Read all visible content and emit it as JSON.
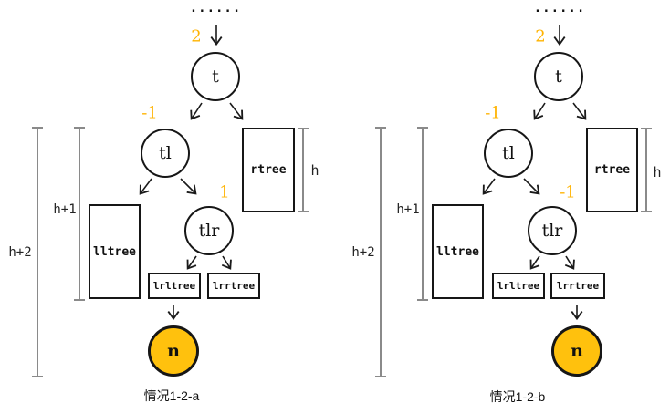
{
  "colors": {
    "accent": "#FFB300",
    "node_fill": "#FFC10D",
    "measure_line": "#8a8a8a",
    "edge": "#1a1a1a"
  },
  "diagrams": [
    {
      "ellipsis": "......",
      "balance": {
        "root": "2",
        "left_child": "-1",
        "grandchild": "1"
      },
      "nodes": {
        "root": "t",
        "left": "tl",
        "left_right": "tlr",
        "inserted": "n"
      },
      "subtrees": {
        "right": "rtree",
        "left_left": "lltree",
        "lr_left": "lrltree",
        "lr_right": "lrrtree"
      },
      "heights": {
        "subtree": "h",
        "plus1": "h+1",
        "plus2": "h+2"
      },
      "caption": "情况1-2-a"
    },
    {
      "ellipsis": "......",
      "balance": {
        "root": "2",
        "left_child": "-1",
        "grandchild": "-1"
      },
      "nodes": {
        "root": "t",
        "left": "tl",
        "left_right": "tlr",
        "inserted": "n"
      },
      "subtrees": {
        "right": "rtree",
        "left_left": "lltree",
        "lr_left": "lrltree",
        "lr_right": "lrrtree"
      },
      "heights": {
        "subtree": "h",
        "plus1": "h+1",
        "plus2": "h+2"
      },
      "caption": "情况1-2-b"
    }
  ]
}
